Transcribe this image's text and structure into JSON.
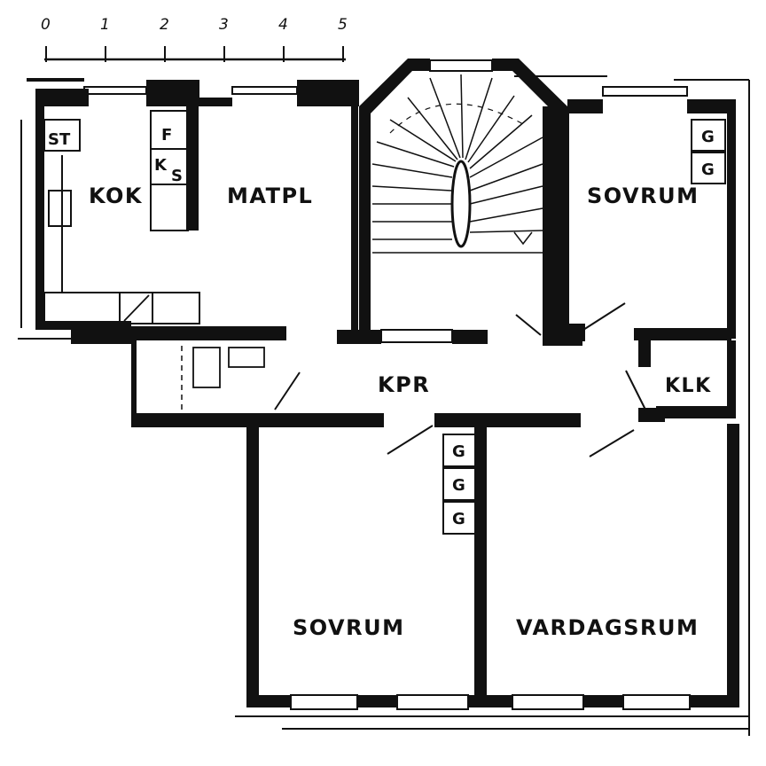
{
  "scale": {
    "ticks": [
      "0",
      "1",
      "2",
      "3",
      "4",
      "5"
    ]
  },
  "rooms": {
    "kok": "KOK",
    "matpl": "MATPL",
    "sovrum_top": "SOVRUM",
    "kpr": "KPR",
    "klk": "KLK",
    "sovrum_bottom": "SOVRUM",
    "vardagsrum": "VARDAGSRUM"
  },
  "fixtures": {
    "st": "ST",
    "f": "F",
    "k": "K",
    "s": "S",
    "g": "G"
  }
}
